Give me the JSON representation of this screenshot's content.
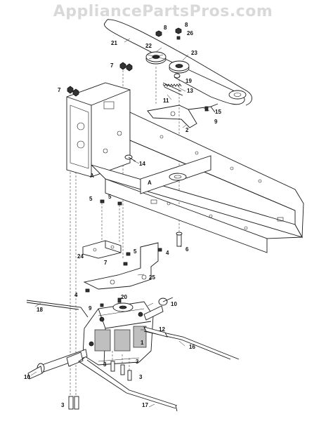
{
  "watermark": "AppliancePartsPros.com",
  "callouts": [
    {
      "id": "c8a",
      "text": "8"
    },
    {
      "id": "c8b",
      "text": "8"
    },
    {
      "id": "c26",
      "text": "26"
    },
    {
      "id": "c21",
      "text": "21"
    },
    {
      "id": "c22",
      "text": "22"
    },
    {
      "id": "c23",
      "text": "23"
    },
    {
      "id": "c19",
      "text": "19"
    },
    {
      "id": "c13",
      "text": "13"
    },
    {
      "id": "c11",
      "text": "11"
    },
    {
      "id": "c15",
      "text": "15"
    },
    {
      "id": "c9a",
      "text": "9"
    },
    {
      "id": "c2",
      "text": "2"
    },
    {
      "id": "c7a",
      "text": "7"
    },
    {
      "id": "c7b",
      "text": "7"
    },
    {
      "id": "c14",
      "text": "14"
    },
    {
      "id": "cA1",
      "text": "A"
    },
    {
      "id": "cA2",
      "text": "A"
    },
    {
      "id": "c5a",
      "text": "5"
    },
    {
      "id": "c5b",
      "text": "5"
    },
    {
      "id": "c6",
      "text": "6"
    },
    {
      "id": "c5c",
      "text": "5"
    },
    {
      "id": "c24",
      "text": "24"
    },
    {
      "id": "c4a",
      "text": "4"
    },
    {
      "id": "c7c",
      "text": "7"
    },
    {
      "id": "c25",
      "text": "25"
    },
    {
      "id": "c4b",
      "text": "4"
    },
    {
      "id": "c20",
      "text": "20"
    },
    {
      "id": "c9b",
      "text": "9"
    },
    {
      "id": "c10a",
      "text": "10"
    },
    {
      "id": "c18",
      "text": "18"
    },
    {
      "id": "c12",
      "text": "12"
    },
    {
      "id": "c1",
      "text": "1"
    },
    {
      "id": "c16",
      "text": "16"
    },
    {
      "id": "c10b",
      "text": "10"
    },
    {
      "id": "c3a",
      "text": "3"
    },
    {
      "id": "c3b",
      "text": "3"
    },
    {
      "id": "c3c",
      "text": "3"
    },
    {
      "id": "c3d",
      "text": "3"
    },
    {
      "id": "c17",
      "text": "17"
    }
  ]
}
